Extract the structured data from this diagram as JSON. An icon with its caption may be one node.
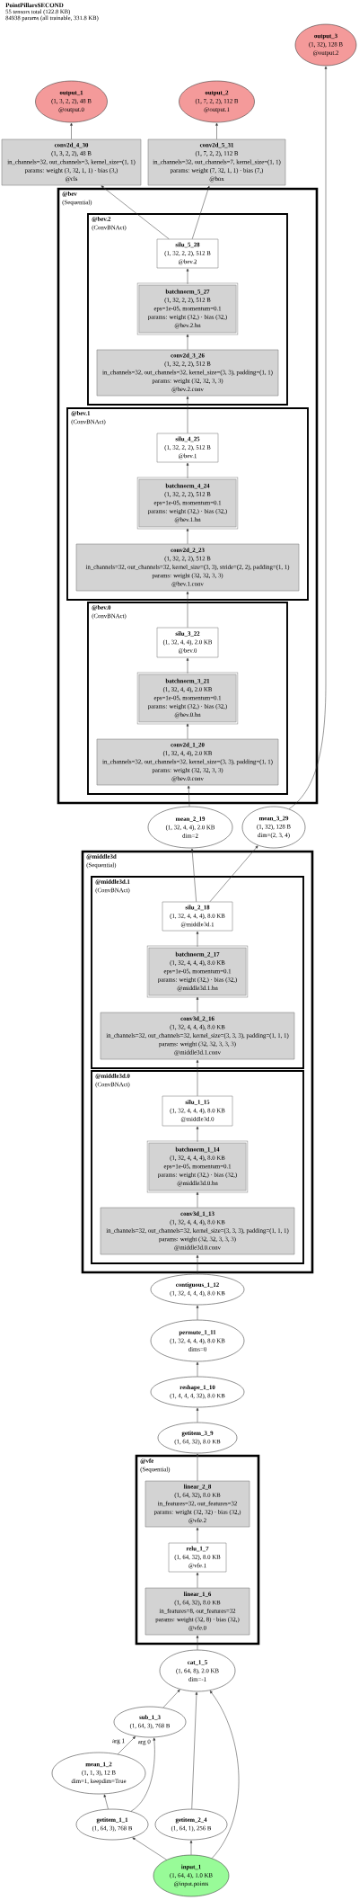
{
  "diagram": {
    "title": "PointPillarsSECOND",
    "nodes": [
      {
        "text": [
          "output_3",
          "(1, 32), 128 B",
          "@output.2"
        ]
      },
      {
        "text": [
          "output_1",
          "(1, 3, 2, 2), 48 B",
          "@output.0"
        ]
      },
      {
        "text": [
          "output_2",
          "(1, 7, 2, 2), 112 B",
          "@output.1"
        ]
      },
      {
        "text": [
          "conv2d_4_30",
          "(1, 3, 2, 2), 48 B",
          "in_channels=32, out_channels=3, kernel_size=(1, 1)",
          "params: weight (3, 32, 1, 1) · bias (3,)",
          "@cls"
        ]
      },
      {
        "text": [
          "conv2d_5_31",
          "(1, 7, 2, 2), 112 B",
          "in_channels=32, out_channels=7, kernel_size=(1, 1)",
          "params: weight (7, 32, 1, 1) · bias (7,)",
          "@box"
        ]
      },
      {
        "text": [
          "@bev",
          "(Sequential)"
        ]
      },
      {
        "text": [
          "@bev.2",
          "(ConvBNAct)"
        ],
        "in": 5
      },
      {
        "text": [
          "silu_5_28",
          "(1, 32, 2, 2), 512 B",
          "@bev.2"
        ],
        "in": 6
      },
      {
        "text": [
          "batchnorm_5_27",
          "(1, 32, 2, 2), 512 B",
          "eps=1e-05, momentum=0.1",
          "params: weight (32,) · bias (32,)",
          "@bev.2.bn"
        ],
        "in": 6
      },
      {
        "text": [
          "conv2d_3_26",
          "(1, 32, 2, 2), 512 B",
          "in_channels=32, out_channels=32, kernel_size=(3, 3), padding=(1, 1)",
          "params: weight (32, 32, 3, 3)",
          "@bev.2.conv"
        ],
        "in": 6
      },
      {
        "text": [
          "@bev.1",
          "(ConvBNAct)"
        ],
        "in": 5
      },
      {
        "text": [
          "silu_4_25",
          "(1, 32, 2, 2), 512 B",
          "@bev.1"
        ],
        "in": 10
      },
      {
        "text": [
          "batchnorm_4_24",
          "(1, 32, 2, 2), 512 B",
          "eps=1e-05, momentum=0.1",
          "params: weight (32,) · bias (32,)",
          "@bev.1.bn"
        ],
        "in": 10
      },
      {
        "text": [
          "conv2d_2_23",
          "(1, 32, 2, 2), 512 B",
          "in_channels=32, out_channels=32, kernel_size=(3, 3), stride=(2, 2), padding=(1, 1)",
          "params: weight (32, 32, 3, 3)",
          "@bev.1.conv"
        ],
        "in": 10
      },
      {
        "text": [
          "@bev.0",
          "(ConvBNAct)"
        ],
        "in": 5
      },
      {
        "text": [
          "silu_3_22",
          "(1, 32, 4, 4), 2.0 KB",
          "@bev.0"
        ],
        "in": 14
      },
      {
        "text": [
          "batchnorm_3_21",
          "(1, 32, 4, 4), 2.0 KB",
          "eps=1e-05, momentum=0.1",
          "params: weight (32,) · bias (32,)",
          "@bev.0.bn"
        ],
        "in": 14
      },
      {
        "text": [
          "conv2d_1_20",
          "(1, 32, 4, 4), 2.0 KB",
          "in_channels=32, out_channels=32, kernel_size=(3, 3), padding=(1, 1)",
          "params: weight (32, 32, 3, 3)",
          "@bev.0.conv"
        ],
        "in": 14
      },
      {
        "text": [
          "mean_2_19",
          "(1, 32, 4, 4), 2.0 KB",
          "dim=2"
        ]
      },
      {
        "text": [
          "mean_3_29",
          "(1, 32), 128 B",
          "dim=(2, 3, 4)"
        ]
      },
      {
        "text": [
          "@middle3d",
          "(Sequential)"
        ]
      },
      {
        "text": [
          "@middle3d.1",
          "(ConvBNAct)"
        ],
        "in": 20
      },
      {
        "text": [
          "silu_2_18",
          "(1, 32, 4, 4, 4), 8.0 KB",
          "@middle3d.1"
        ],
        "in": 21
      },
      {
        "text": [
          "batchnorm_2_17",
          "(1, 32, 4, 4, 4), 8.0 KB",
          "eps=1e-05, momentum=0.1",
          "params: weight (32,) · bias (32,)",
          "@middle3d.1.bn"
        ],
        "in": 21
      },
      {
        "text": [
          "conv3d_2_16",
          "(1, 32, 4, 4, 4), 8.0 KB",
          "in_channels=32, out_channels=32, kernel_size=(3, 3, 3), padding=(1, 1, 1)",
          "params: weight (32, 32, 3, 3, 3)",
          "@middle3d.1.conv"
        ],
        "in": 21
      },
      {
        "text": [
          "@middle3d.0",
          "(ConvBNAct)"
        ],
        "in": 20
      },
      {
        "text": [
          "silu_1_15",
          "(1, 32, 4, 4, 4), 8.0 KB",
          "@middle3d.0"
        ],
        "in": 25
      },
      {
        "text": [
          "batchnorm_1_14",
          "(1, 32, 4, 4, 4), 8.0 KB",
          "eps=1e-05, momentum=0.1",
          "params: weight (32,) · bias (32,)",
          "@middle3d.0.bn"
        ],
        "in": 25
      },
      {
        "text": [
          "conv3d_1_13",
          "(1, 32, 4, 4, 4), 8.0 KB",
          "in_channels=32, out_channels=32, kernel_size=(3, 3, 3), padding=(1, 1, 1)",
          "params: weight (32, 32, 3, 3, 3)",
          "@middle3d.0.conv"
        ],
        "in": 25
      },
      {
        "text": [
          "contiguous_1_12",
          "(1, 32, 4, 4, 4), 8.0 KB"
        ]
      },
      {
        "text": [
          "permute_1_11",
          "(1, 32, 4, 4, 4), 8.0 KB",
          "dims=0"
        ]
      },
      {
        "text": [
          "reshape_1_10",
          "(1, 4, 4, 4, 32), 8.0 KB"
        ]
      },
      {
        "text": [
          "getitem_3_9",
          "(1, 64, 32), 8.0 KB"
        ]
      },
      {
        "text": [
          "@vfe",
          "(Sequential)"
        ]
      },
      {
        "text": [
          "linear_2_8",
          "(1, 64, 32), 8.0 KB",
          "in_features=32, out_features=32",
          "params: weight (32, 32) · bias (32,)",
          "@vfe.2"
        ],
        "in": 33
      },
      {
        "text": [
          "relu_1_7",
          "(1, 64, 32), 8.0 KB",
          "@vfe.1"
        ],
        "in": 33
      },
      {
        "text": [
          "linear_1_6",
          "(1, 64, 32), 8.0 KB",
          "in_features=8, out_features=32",
          "params: weight (32, 8) · bias (32,)",
          "@vfe.0"
        ],
        "in": 33
      },
      {
        "text": [
          "cat_1_5",
          "(1, 64, 8), 2.0 KB",
          "dim=-1"
        ]
      },
      {
        "text": [
          "sub_1_3",
          "(1, 64, 3), 768 B"
        ]
      },
      {
        "text": [
          "mean_1_2",
          "(1, 1, 3), 12 B",
          "dim=1, keepdim=True"
        ]
      },
      {
        "text": [
          "getitem_1_1",
          "(1, 64, 3), 768 B"
        ]
      },
      {
        "text": [
          "getitem_2_4",
          "(1, 64, 1), 256 B"
        ]
      },
      {
        "text": [
          "input_1",
          "(1, 64, 4), 1.0 KB",
          "@input.points"
        ]
      }
    ],
    "edges": [
      {
        "from": 42,
        "to": 40,
        "arrow": "to"
      },
      {
        "from": 42,
        "to": 41,
        "arrow": "to"
      },
      {
        "from": 42,
        "to": 37,
        "arrow": "to"
      },
      {
        "from": 40,
        "to": 39,
        "arrow": "to"
      },
      {
        "from": 40,
        "to": 38,
        "arrow": "to",
        "label": "arg 0"
      },
      {
        "from": 39,
        "to": 38,
        "arrow": "to",
        "label": "arg 1"
      },
      {
        "from": 38,
        "to": 37,
        "arrow": "to"
      },
      {
        "from": 41,
        "to": 37,
        "arrow": "to"
      },
      {
        "from": 37,
        "to": 36,
        "arrow": "to"
      },
      {
        "from": 36,
        "to": 35,
        "arrow": "to"
      },
      {
        "from": 35,
        "to": 34,
        "arrow": "to"
      },
      {
        "from": 34,
        "to": 32,
        "arrow": "to"
      },
      {
        "from": 32,
        "to": 31,
        "arrow": "to"
      },
      {
        "from": 31,
        "to": 30,
        "arrow": "to"
      },
      {
        "from": 30,
        "to": 29,
        "arrow": "to"
      },
      {
        "from": 29,
        "to": 28,
        "arrow": "to"
      },
      {
        "from": 28,
        "to": 27,
        "arrow": "to"
      },
      {
        "from": 27,
        "to": 26,
        "arrow": "to"
      },
      {
        "from": 26,
        "to": 24,
        "arrow": "to"
      },
      {
        "from": 24,
        "to": 23,
        "arrow": "to"
      },
      {
        "from": 23,
        "to": 22,
        "arrow": "to"
      },
      {
        "from": 22,
        "to": 18,
        "arrow": "to"
      },
      {
        "from": 22,
        "to": 19,
        "arrow": "to"
      },
      {
        "from": 18,
        "to": 17,
        "arrow": "to"
      },
      {
        "from": 17,
        "to": 16,
        "arrow": "to"
      },
      {
        "from": 16,
        "to": 15,
        "arrow": "to"
      },
      {
        "from": 15,
        "to": 13,
        "arrow": "to"
      },
      {
        "from": 13,
        "to": 12,
        "arrow": "to"
      },
      {
        "from": 12,
        "to": 11,
        "arrow": "to"
      },
      {
        "from": 11,
        "to": 9,
        "arrow": "to"
      },
      {
        "from": 9,
        "to": 8,
        "arrow": "to"
      },
      {
        "from": 8,
        "to": 7,
        "arrow": "to"
      },
      {
        "from": 7,
        "to": 3,
        "arrow": "to"
      },
      {
        "from": 7,
        "to": 4,
        "arrow": "to"
      },
      {
        "from": 3,
        "to": 1,
        "arrow": "to"
      },
      {
        "from": 4,
        "to": 2,
        "arrow": "to"
      },
      {
        "from": 19,
        "to": 0,
        "arrow": "to"
      }
    ],
    "labels": [
      "55 tensors total (122.8 KB)",
      "84938 params (all trainable, 331.8 KB)"
    ]
  }
}
